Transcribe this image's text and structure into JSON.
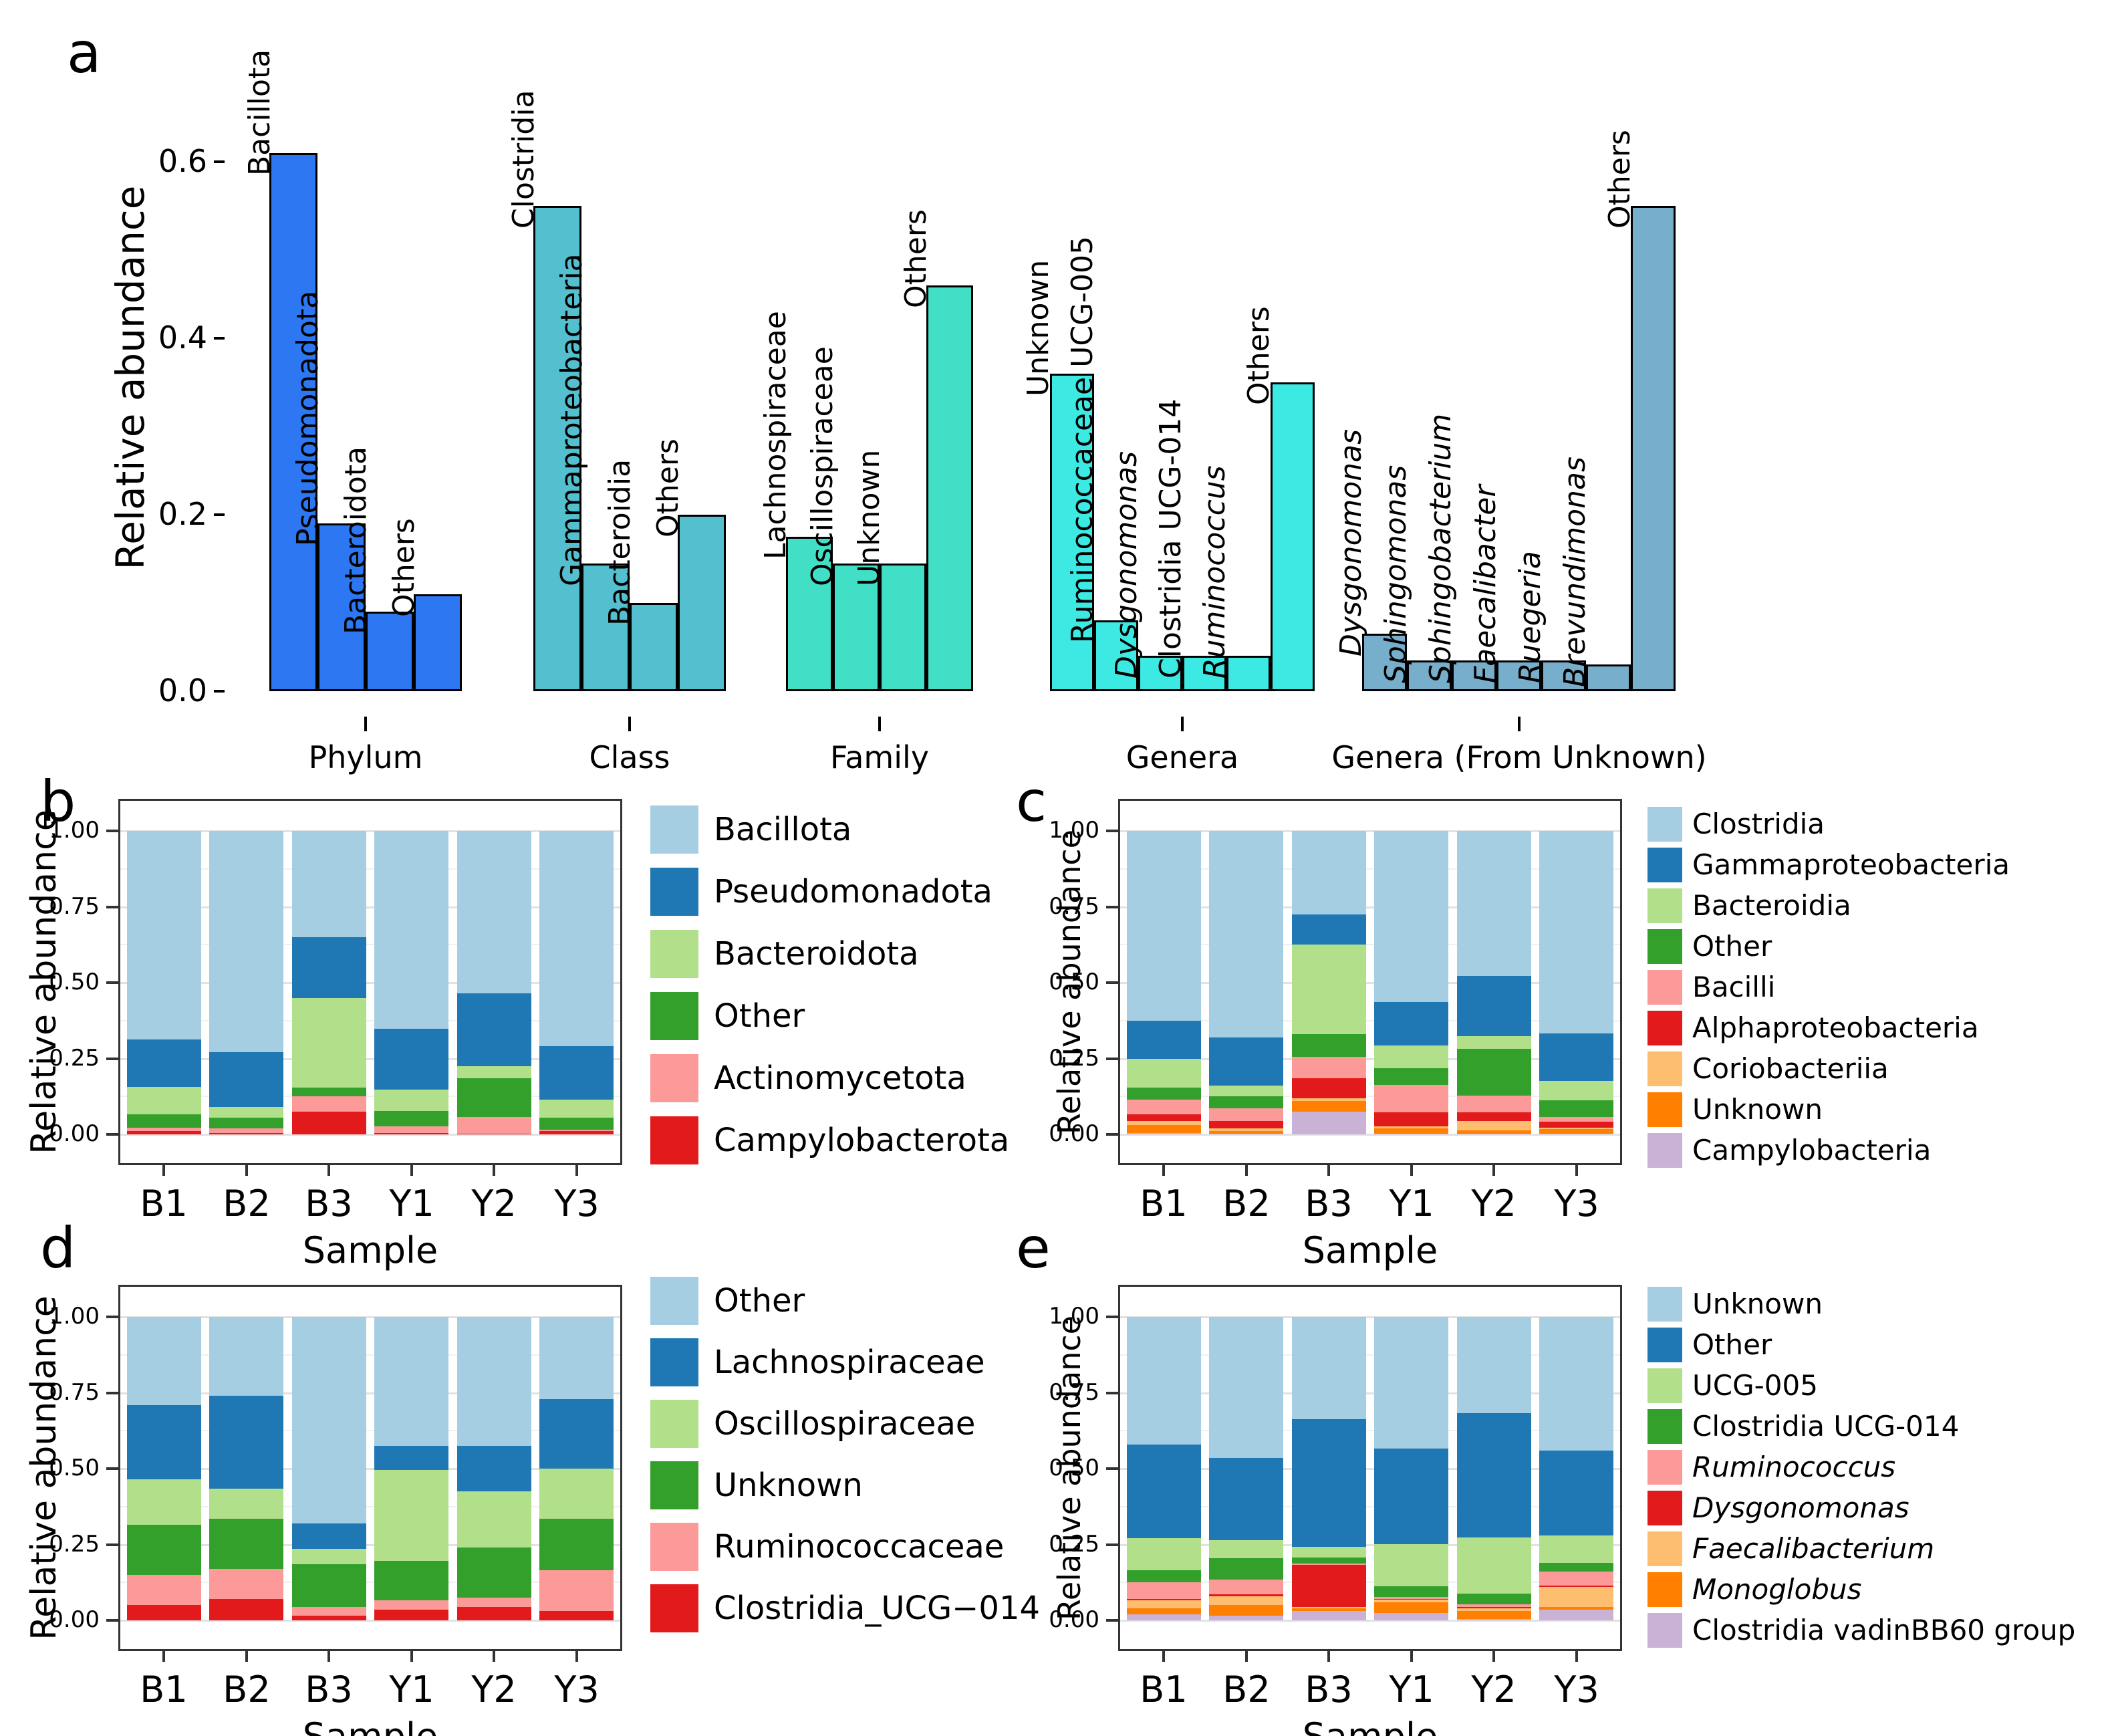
{
  "figure": {
    "title": "",
    "panel_letters": [
      "a",
      "b",
      "c",
      "d",
      "e"
    ]
  },
  "chart_data": [
    {
      "id": "a",
      "type": "bar",
      "panel_label": "a",
      "ylabel": "Relative abundance",
      "yticks": [
        "0.0",
        "0.2",
        "0.4",
        "0.6"
      ],
      "ylim": [
        0,
        0.65
      ],
      "grid": false,
      "groups": [
        {
          "category": "Phylum",
          "color": "#2D78F2",
          "bars": [
            {
              "label": "Bacillota",
              "value": 0.61,
              "italic": false
            },
            {
              "label": "Pseudomonadota",
              "value": 0.19,
              "italic": false
            },
            {
              "label": "Bacteroidota",
              "value": 0.09,
              "italic": false
            },
            {
              "label": "Others",
              "value": 0.11,
              "italic": false
            }
          ]
        },
        {
          "category": "Class",
          "color": "#54BFCE",
          "bars": [
            {
              "label": "Clostridia",
              "value": 0.55,
              "italic": false
            },
            {
              "label": "Gammaproteobacteria",
              "value": 0.145,
              "italic": false
            },
            {
              "label": "Bacteroidia",
              "value": 0.1,
              "italic": false
            },
            {
              "label": "Others",
              "value": 0.2,
              "italic": false
            }
          ]
        },
        {
          "category": "Family",
          "color": "#41E0C6",
          "bars": [
            {
              "label": "Lachnospiraceae",
              "value": 0.175,
              "italic": false
            },
            {
              "label": "Oscillospiraceae",
              "value": 0.145,
              "italic": false
            },
            {
              "label": "Unknown",
              "value": 0.145,
              "italic": false
            },
            {
              "label": "Others",
              "value": 0.46,
              "italic": false
            }
          ]
        },
        {
          "category": "Genera",
          "color": "#3DE9E3",
          "bars": [
            {
              "label": "Unknown",
              "value": 0.36,
              "italic": false
            },
            {
              "label": "Ruminococcaceae UCG-005",
              "value": 0.08,
              "italic": false
            },
            {
              "label": "Dysgonomonas",
              "value": 0.04,
              "italic": true
            },
            {
              "label": "Clostridia UCG-014",
              "value": 0.04,
              "italic": false
            },
            {
              "label": "Ruminococcus",
              "value": 0.04,
              "italic": true
            },
            {
              "label": "Others",
              "value": 0.35,
              "italic": false
            }
          ]
        },
        {
          "category": "Genera (From Unknown)",
          "color": "#77AECB",
          "bars": [
            {
              "label": "Dysgonomonas",
              "value": 0.065,
              "italic": true
            },
            {
              "label": "Sphingomonas",
              "value": 0.035,
              "italic": true
            },
            {
              "label": "Sphingobacterium",
              "value": 0.035,
              "italic": true
            },
            {
              "label": "Faecalibacter",
              "value": 0.035,
              "italic": true
            },
            {
              "label": "Ruegeria",
              "value": 0.035,
              "italic": true
            },
            {
              "label": "Brevundimonas",
              "value": 0.03,
              "italic": true
            },
            {
              "label": "Others",
              "value": 0.55,
              "italic": false
            }
          ]
        }
      ]
    },
    {
      "id": "b",
      "type": "stacked-bar",
      "panel_label": "b",
      "ylabel": "Relative abundance",
      "xlabel": "Sample",
      "yticks": [
        "0.00",
        "0.25",
        "0.50",
        "0.75",
        "1.00"
      ],
      "samples": [
        "B1",
        "B2",
        "B3",
        "Y1",
        "Y2",
        "Y3"
      ],
      "legend_position": "right",
      "series_bottom_to_top": [
        {
          "name": "Campylobacterota",
          "color": "#E31A1C",
          "italic": false,
          "values": [
            0.01,
            0.005,
            0.075,
            0.005,
            0.003,
            0.01
          ]
        },
        {
          "name": "Actinomycetota",
          "color": "#FB9A99",
          "italic": false,
          "values": [
            0.012,
            0.015,
            0.05,
            0.022,
            0.055,
            0.005
          ]
        },
        {
          "name": "Other",
          "color": "#33A02C",
          "italic": false,
          "values": [
            0.045,
            0.035,
            0.03,
            0.05,
            0.127,
            0.04
          ]
        },
        {
          "name": "Bacteroidota",
          "color": "#B2DF8A",
          "italic": false,
          "values": [
            0.09,
            0.035,
            0.295,
            0.07,
            0.04,
            0.06
          ]
        },
        {
          "name": "Pseudomonadota",
          "color": "#1F78B4",
          "italic": false,
          "values": [
            0.155,
            0.18,
            0.2,
            0.2,
            0.24,
            0.175
          ]
        },
        {
          "name": "Bacillota",
          "color": "#A6CEE3",
          "italic": false,
          "values": [
            0.688,
            0.73,
            0.35,
            0.653,
            0.535,
            0.71
          ]
        }
      ]
    },
    {
      "id": "c",
      "type": "stacked-bar",
      "panel_label": "c",
      "ylabel": "Relative abundance",
      "xlabel": "Sample",
      "yticks": [
        "0.00",
        "0.25",
        "0.50",
        "0.75",
        "1.00"
      ],
      "samples": [
        "B1",
        "B2",
        "B3",
        "Y1",
        "Y2",
        "Y3"
      ],
      "legend_position": "right",
      "series_bottom_to_top": [
        {
          "name": "Campylobacteria",
          "color": "#CAB2D6",
          "italic": false,
          "values": [
            0.005,
            0.002,
            0.075,
            0.003,
            0.003,
            0.003
          ]
        },
        {
          "name": "Unknown",
          "color": "#FF7F00",
          "italic": false,
          "values": [
            0.025,
            0.008,
            0.035,
            0.017,
            0.01,
            0.015
          ]
        },
        {
          "name": "Coriobacteriia",
          "color": "#FDBF6F",
          "italic": false,
          "values": [
            0.015,
            0.01,
            0.008,
            0.007,
            0.03,
            0.004
          ]
        },
        {
          "name": "Alphaproteobacteria",
          "color": "#E31A1C",
          "italic": false,
          "values": [
            0.02,
            0.025,
            0.067,
            0.045,
            0.03,
            0.02
          ]
        },
        {
          "name": "Bacilli",
          "color": "#FB9A99",
          "italic": false,
          "values": [
            0.05,
            0.04,
            0.07,
            0.09,
            0.055,
            0.015
          ]
        },
        {
          "name": "Other",
          "color": "#33A02C",
          "italic": false,
          "values": [
            0.04,
            0.04,
            0.075,
            0.055,
            0.155,
            0.055
          ]
        },
        {
          "name": "Bacteroidia",
          "color": "#B2DF8A",
          "italic": false,
          "values": [
            0.095,
            0.035,
            0.295,
            0.075,
            0.04,
            0.065
          ]
        },
        {
          "name": "Gammaproteobacteria",
          "color": "#1F78B4",
          "italic": false,
          "values": [
            0.125,
            0.16,
            0.1,
            0.145,
            0.2,
            0.155
          ]
        },
        {
          "name": "Clostridia",
          "color": "#A6CEE3",
          "italic": false,
          "values": [
            0.625,
            0.68,
            0.275,
            0.563,
            0.477,
            0.668
          ]
        }
      ]
    },
    {
      "id": "d",
      "type": "stacked-bar",
      "panel_label": "d",
      "ylabel": "Relative abundance",
      "xlabel": "Sample",
      "yticks": [
        "0.00",
        "0.25",
        "0.50",
        "0.75",
        "1.00"
      ],
      "samples": [
        "B1",
        "B2",
        "B3",
        "Y1",
        "Y2",
        "Y3"
      ],
      "legend_position": "right",
      "series_bottom_to_top": [
        {
          "name": "Clostridia_UCG−014",
          "color": "#E31A1C",
          "italic": false,
          "values": [
            0.05,
            0.07,
            0.015,
            0.035,
            0.045,
            0.03
          ]
        },
        {
          "name": "Ruminococcaceae",
          "color": "#FB9A99",
          "italic": false,
          "values": [
            0.1,
            0.1,
            0.03,
            0.03,
            0.03,
            0.135
          ]
        },
        {
          "name": "Unknown",
          "color": "#33A02C",
          "italic": false,
          "values": [
            0.165,
            0.165,
            0.14,
            0.13,
            0.165,
            0.17
          ]
        },
        {
          "name": "Oscillospiraceae",
          "color": "#B2DF8A",
          "italic": false,
          "values": [
            0.15,
            0.1,
            0.05,
            0.3,
            0.185,
            0.165
          ]
        },
        {
          "name": "Lachnospiraceae",
          "color": "#1F78B4",
          "italic": false,
          "values": [
            0.245,
            0.305,
            0.085,
            0.08,
            0.15,
            0.23
          ]
        },
        {
          "name": "Other",
          "color": "#A6CEE3",
          "italic": false,
          "values": [
            0.29,
            0.26,
            0.68,
            0.425,
            0.425,
            0.27
          ]
        }
      ]
    },
    {
      "id": "e",
      "type": "stacked-bar",
      "panel_label": "e",
      "ylabel": "Relative abundance",
      "xlabel": "Sample",
      "yticks": [
        "0.00",
        "0.25",
        "0.50",
        "0.75",
        "1.00"
      ],
      "samples": [
        "B1",
        "B2",
        "B3",
        "Y1",
        "Y2",
        "Y3"
      ],
      "legend_position": "right",
      "series_bottom_to_top": [
        {
          "name": "Clostridia vadinBB60 group",
          "color": "#CAB2D6",
          "italic": false,
          "values": [
            0.02,
            0.015,
            0.03,
            0.025,
            0.005,
            0.035
          ]
        },
        {
          "name": "Monoglobus",
          "color": "#FF7F00",
          "italic": true,
          "values": [
            0.02,
            0.035,
            0.01,
            0.035,
            0.025,
            0.01
          ]
        },
        {
          "name": "Faecalibacterium",
          "color": "#FDBF6F",
          "italic": true,
          "values": [
            0.025,
            0.03,
            0.003,
            0.008,
            0.01,
            0.065
          ]
        },
        {
          "name": "Dysgonomonas",
          "color": "#E31A1C",
          "italic": true,
          "values": [
            0.005,
            0.005,
            0.14,
            0.003,
            0.003,
            0.005
          ]
        },
        {
          "name": "Ruminococcus",
          "color": "#FB9A99",
          "italic": true,
          "values": [
            0.055,
            0.05,
            0.004,
            0.006,
            0.01,
            0.045
          ]
        },
        {
          "name": "Clostridia UCG-014",
          "color": "#33A02C",
          "italic": false,
          "values": [
            0.04,
            0.07,
            0.02,
            0.035,
            0.035,
            0.03
          ]
        },
        {
          "name": "UCG-005",
          "color": "#B2DF8A",
          "italic": false,
          "values": [
            0.105,
            0.06,
            0.035,
            0.14,
            0.185,
            0.09
          ]
        },
        {
          "name": "Other",
          "color": "#1F78B4",
          "italic": false,
          "values": [
            0.31,
            0.27,
            0.42,
            0.315,
            0.41,
            0.28
          ]
        },
        {
          "name": "Unknown",
          "color": "#A6CEE3",
          "italic": false,
          "values": [
            0.42,
            0.465,
            0.338,
            0.433,
            0.317,
            0.44
          ]
        }
      ]
    }
  ]
}
